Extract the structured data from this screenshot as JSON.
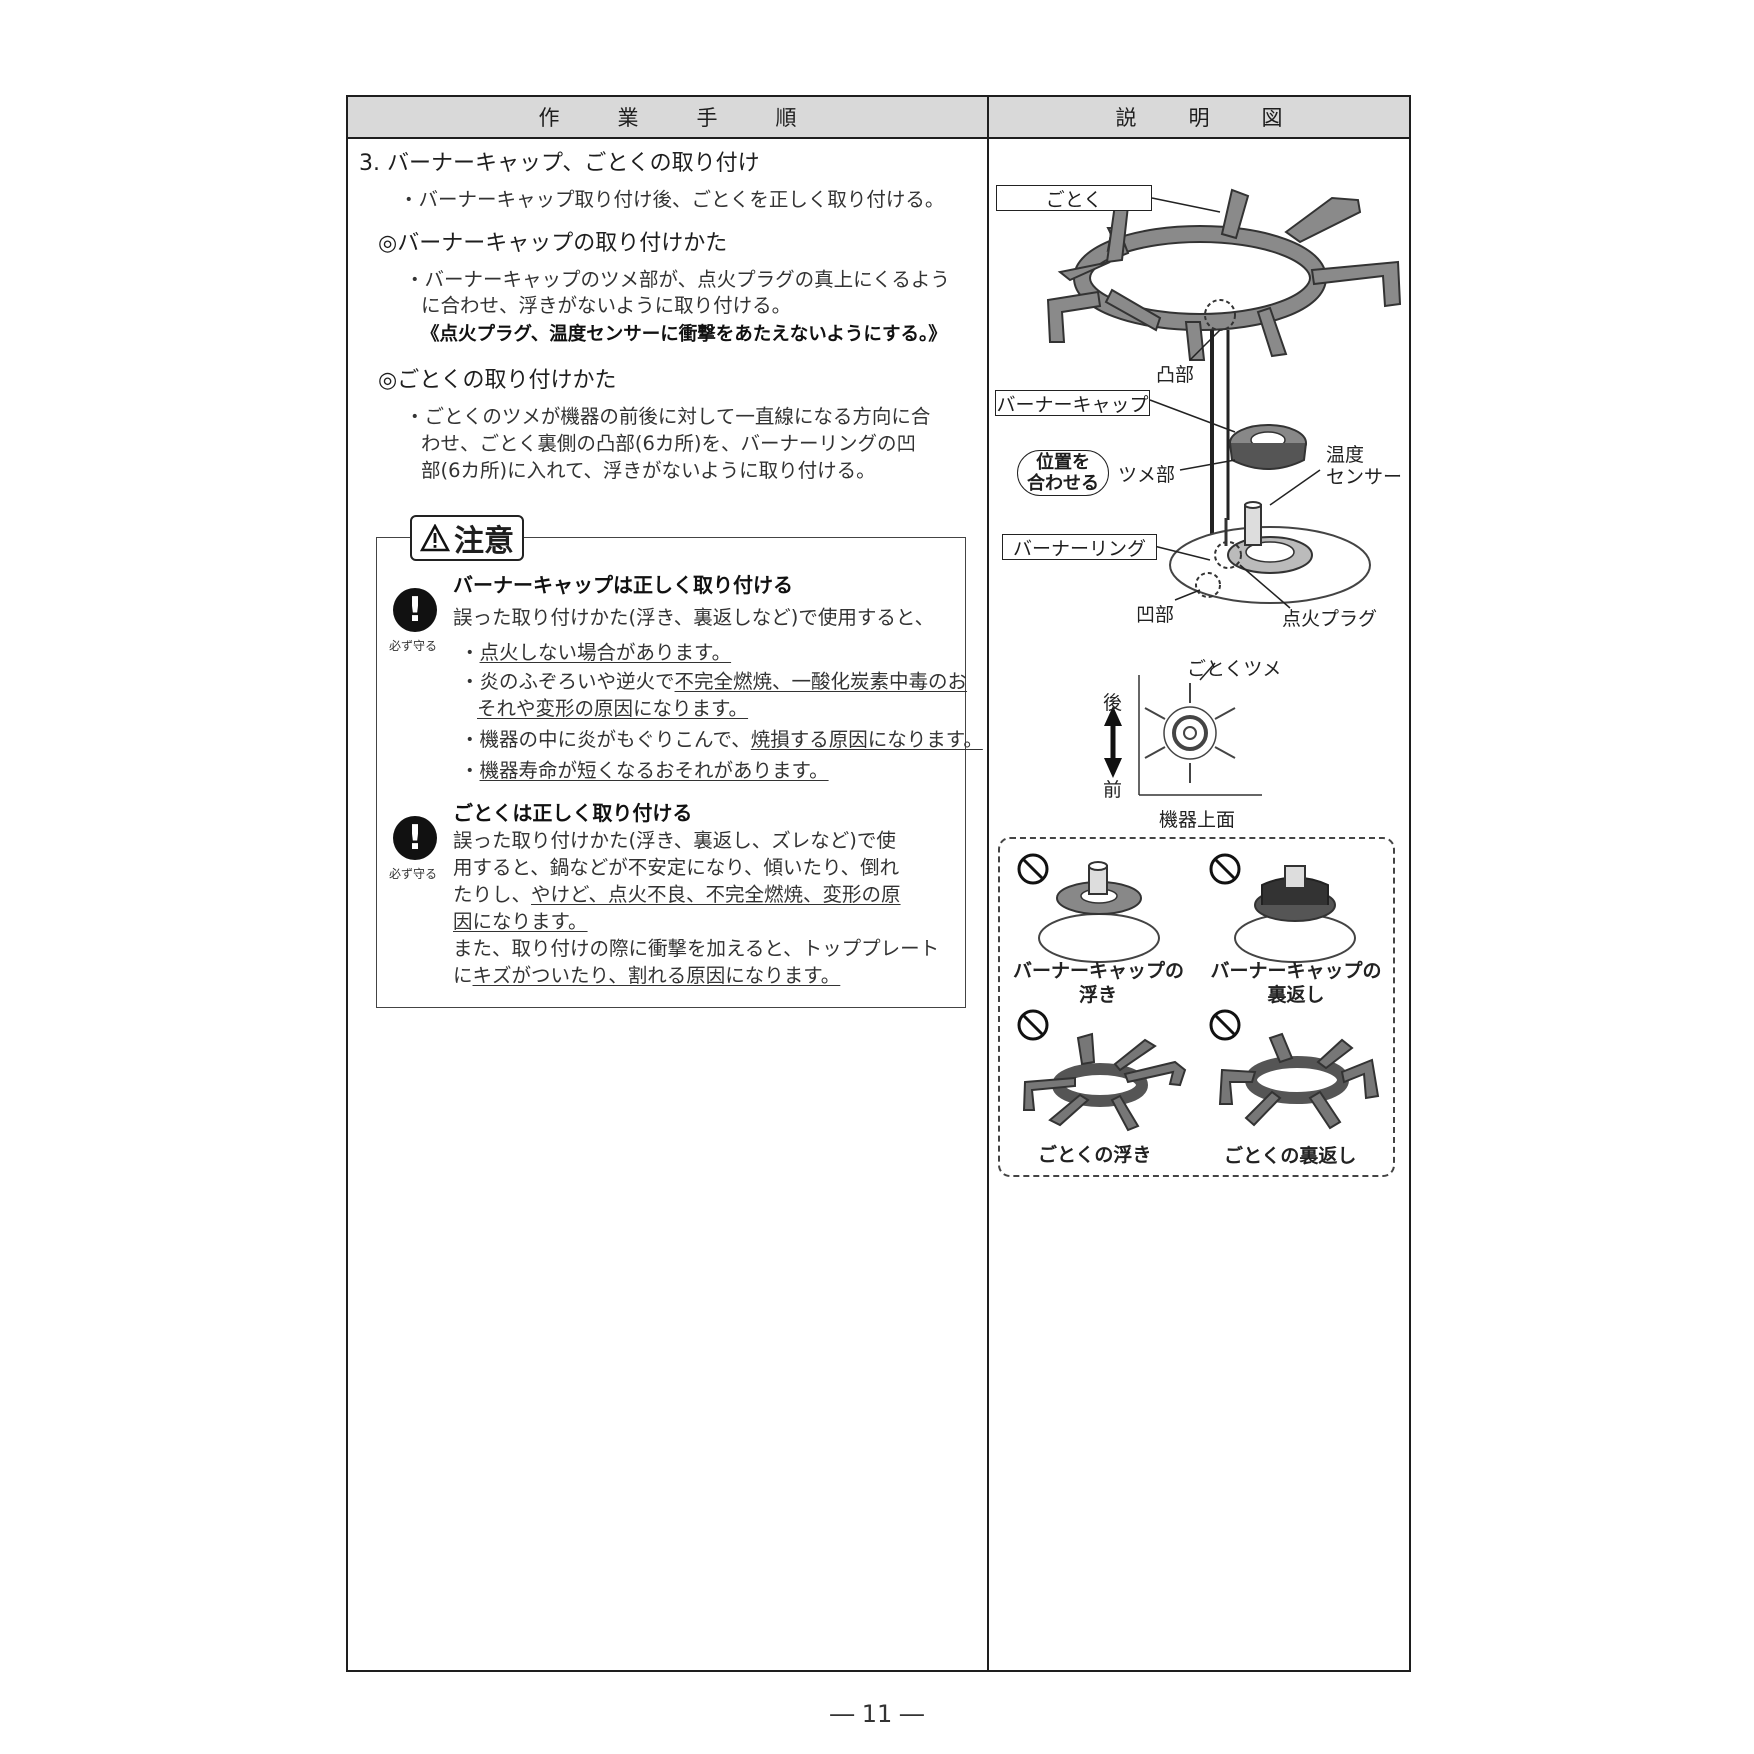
{
  "header": {
    "left": "作業手順",
    "right": "説明図"
  },
  "section": {
    "title": "3. バーナーキャップ、ごとくの取り付け",
    "intro": "・バーナーキャップ取り付け後、ごとくを正しく取り付ける。",
    "sub1": {
      "title": "◎バーナーキャップの取り付けかた",
      "line1": "・バーナーキャップのツメ部が、点火プラグの真上にくるよう",
      "line2": "に合わせ、浮きがないように取り付ける。",
      "note": "《点火プラグ、温度センサーに衝撃をあたえないようにする。》"
    },
    "sub2": {
      "title": "◎ごとくの取り付けかた",
      "line1": "・ごとくのツメが機器の前後に対して一直線になる方向に合",
      "line2": "わせ、ごとく裏側の凸部(6カ所)を、バーナーリングの凹",
      "line3": "部(6カ所)に入れて、浮きがないように取り付ける。"
    }
  },
  "caution": {
    "title": "注意",
    "must_label": "必ず守る",
    "item1": {
      "heading": "バーナーキャップは正しく取り付ける",
      "lead": "誤った取り付けかた(浮き、裏返しなど)で使用すると、",
      "b1": "点火しない場合があります。",
      "b2a": "炎のふぞろいや逆火で",
      "b2b": "不完全燃焼、一酸化炭素中毒のお",
      "b2c": "それや変形の原因になります。",
      "b3a": "機器の中に炎がもぐりこんで、",
      "b3b": "焼損する原因になります。",
      "b4": "機器寿命が短くなるおそれがあります。"
    },
    "item2": {
      "heading": "ごとくは正しく取り付ける",
      "l1": "誤った取り付けかた(浮き、裏返し、ズレなど)で使",
      "l2": "用すると、鍋などが不安定になり、傾いたり、倒れ",
      "l3a": "たりし、",
      "l3b": "やけど、点火不良、不完全燃焼、変形の原",
      "l4": "因になります。",
      "l5": "また、取り付けの際に衝撃を加えると、トッププレート",
      "l6a": "に",
      "l6b": "キズがついたり、割れる原因になります。"
    }
  },
  "diagram": {
    "gotoku": "ごとく",
    "totsubu": "凸部",
    "burner_cap": "バーナーキャップ",
    "align": [
      "位置を",
      "合わせる"
    ],
    "tsume": "ツメ部",
    "sensor": [
      "温度",
      "センサー"
    ],
    "burner_ring": "バーナーリング",
    "oubu": "凹部",
    "plug": "点火プラグ",
    "gotoku_tsume": "ごとくツメ",
    "back": "後",
    "front": "前",
    "top_view": "機器上面",
    "ng": [
      {
        "line1": "バーナーキャップの",
        "line2": "浮き"
      },
      {
        "line1": "バーナーキャップの",
        "line2": "裏返し"
      },
      {
        "line1": "ごとくの浮き"
      },
      {
        "line1": "ごとくの裏返し"
      }
    ]
  },
  "page_number": "― 11 ―"
}
